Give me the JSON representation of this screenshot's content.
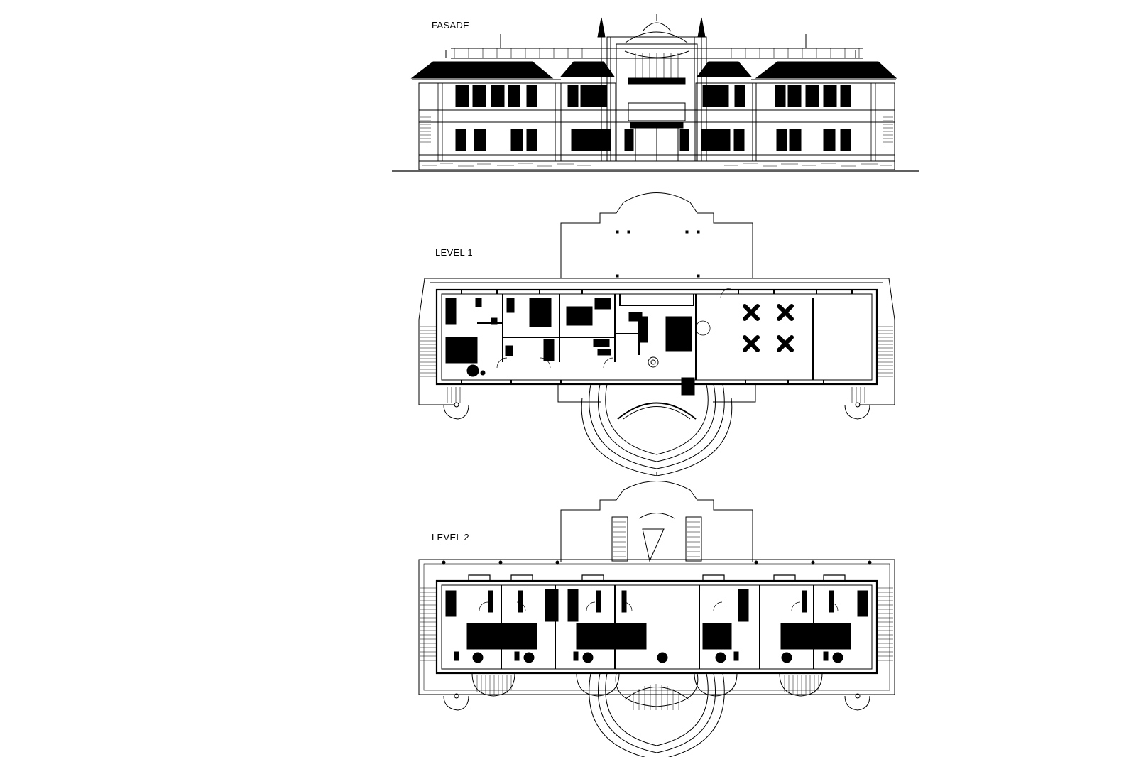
{
  "labels": {
    "facade": "FASADE",
    "level1": "LEVEL 1",
    "level2": "LEVEL 2"
  },
  "colors": {
    "ink": "#000000",
    "paper": "#ffffff"
  }
}
